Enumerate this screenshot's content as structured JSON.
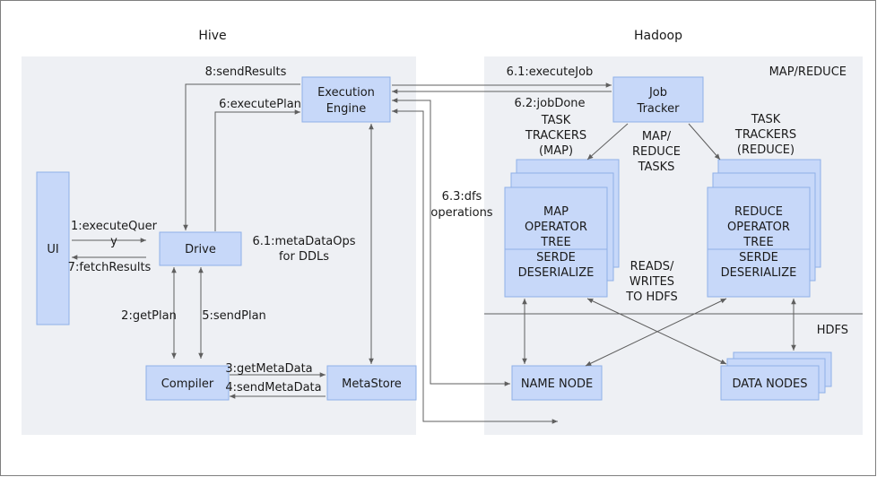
{
  "sections": {
    "hive": "Hive",
    "hadoop": "Hadoop",
    "map_reduce": "MAP/REDUCE",
    "hdfs": "HDFS"
  },
  "nodes": {
    "ui": "UI",
    "drive": "Drive",
    "compiler": "Compiler",
    "metastore": "MetaStore",
    "execution_engine": [
      "Execution",
      "Engine"
    ],
    "job_tracker": [
      "Job",
      "Tracker"
    ],
    "map_operator_tree": [
      "MAP",
      "OPERATOR",
      "TREE"
    ],
    "map_serde": [
      "SERDE",
      "DESERIALIZE"
    ],
    "reduce_operator_tree": [
      "REDUCE",
      "OPERATOR",
      "TREE"
    ],
    "reduce_serde": [
      "SERDE",
      "DESERIALIZE"
    ],
    "name_node": "NAME NODE",
    "data_nodes": "DATA NODES"
  },
  "annotations": {
    "task_trackers_map": [
      "TASK",
      "TRACKERS",
      "(MAP)"
    ],
    "task_trackers_reduce": [
      "TASK",
      "TRACKERS",
      "(REDUCE)"
    ],
    "map_reduce_tasks": [
      "MAP/",
      "REDUCE",
      "TASKS"
    ],
    "reads_writes_hdfs": [
      "READS/",
      "WRITES",
      "TO HDFS"
    ]
  },
  "edges": {
    "execute_query": [
      "1:executeQuer",
      "y"
    ],
    "fetch_results": "7:fetchResults",
    "get_plan": "2:getPlan",
    "send_plan": "5:sendPlan",
    "get_meta_data": "3:getMetaData",
    "send_meta_data": "4:sendMetaData",
    "execute_plan": "6:executePlan",
    "send_results": "8:sendResults",
    "meta_data_ops": [
      "6.1:metaDataOps",
      "for DDLs"
    ],
    "execute_job": "6.1:executeJob",
    "job_done": "6.2:jobDone",
    "dfs_operations": [
      "6.3:dfs",
      "operations"
    ]
  },
  "colors": {
    "node_fill": "#c7d8f9",
    "node_border": "#8fb0e8",
    "panel_fill": "#eef0f4",
    "line": "#5f5f5f"
  }
}
